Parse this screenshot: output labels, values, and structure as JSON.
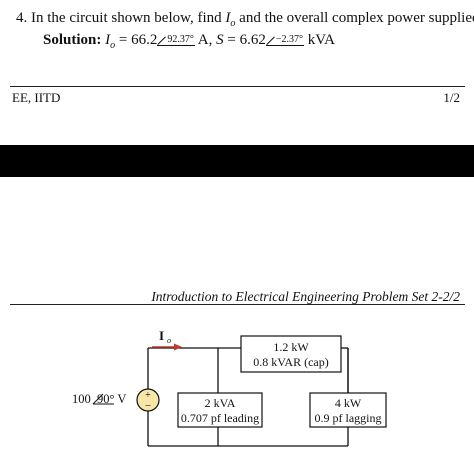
{
  "problem": {
    "number": "4.",
    "text": "In the circuit shown below, find",
    "var": "I",
    "sub": "o",
    "rest": "and the overall complex power supplied."
  },
  "solution": {
    "label": "Solution:",
    "io_var": "I",
    "io_sub": "o",
    "io_eq": "= 66.2",
    "io_angle": "92.37°",
    "io_unit": "A,",
    "s_var": "S",
    "s_eq": "= 6.62",
    "s_angle": "−2.37°",
    "s_unit": "kVA"
  },
  "footer": {
    "left": "EE, IITD",
    "right": "1/2"
  },
  "header2": "Introduction to Electrical Engineering Problem Set 2-2/2",
  "circuit": {
    "current_label": "I",
    "current_sub": "o",
    "source_label_mag": "100",
    "source_label_ang": "90° V",
    "source_plus": "+",
    "source_minus": "−",
    "load_top_line1": "1.2 kW",
    "load_top_line2": "0.8 kVAR (cap)",
    "load_mid_line1": "2 kVA",
    "load_mid_line2": "0.707 pf leading",
    "load_right_line1": "4 kW",
    "load_right_line2": "0.9 pf lagging",
    "colors": {
      "arrow": "#c0392b",
      "source_fill": "#f6e7a8"
    }
  }
}
